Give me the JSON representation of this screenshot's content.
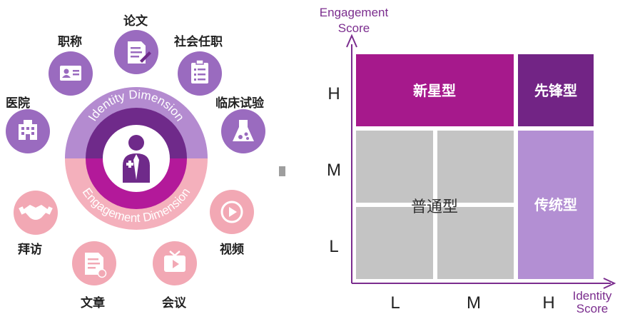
{
  "left": {
    "ring_top_text": "Identity Dimension",
    "ring_bottom_text": "Engagement Dimension",
    "identity_items": [
      {
        "label": "医院",
        "icon": "hospital-icon"
      },
      {
        "label": "职称",
        "icon": "id-card-icon"
      },
      {
        "label": "论文",
        "icon": "paper-icon"
      },
      {
        "label": "社会任职",
        "icon": "clipboard-icon"
      },
      {
        "label": "临床试验",
        "icon": "flask-icon"
      }
    ],
    "engagement_items": [
      {
        "label": "拜访",
        "icon": "handshake-icon"
      },
      {
        "label": "文章",
        "icon": "article-icon"
      },
      {
        "label": "会议",
        "icon": "tv-icon"
      },
      {
        "label": "视频",
        "icon": "play-icon"
      }
    ],
    "colors": {
      "identity": "#b48bd0",
      "engagement": "#f4b0bc",
      "core": "#a0198c"
    }
  },
  "matrix": {
    "y_axis_title": [
      "Engagement",
      "Score"
    ],
    "x_axis_title": [
      "Identity",
      "Score"
    ],
    "y_ticks": [
      "H",
      "M",
      "L"
    ],
    "x_ticks": [
      "L",
      "M",
      "H"
    ],
    "cells": {
      "rising_star": "新星型",
      "pioneer": "先锋型",
      "ordinary": "普通型",
      "traditional": "传统型"
    },
    "colors": {
      "rising_star": "#a6198c",
      "pioneer": "#722485",
      "ordinary": "#c4c4c4",
      "traditional": "#b38fd3",
      "axis": "#7b2d8e"
    }
  }
}
